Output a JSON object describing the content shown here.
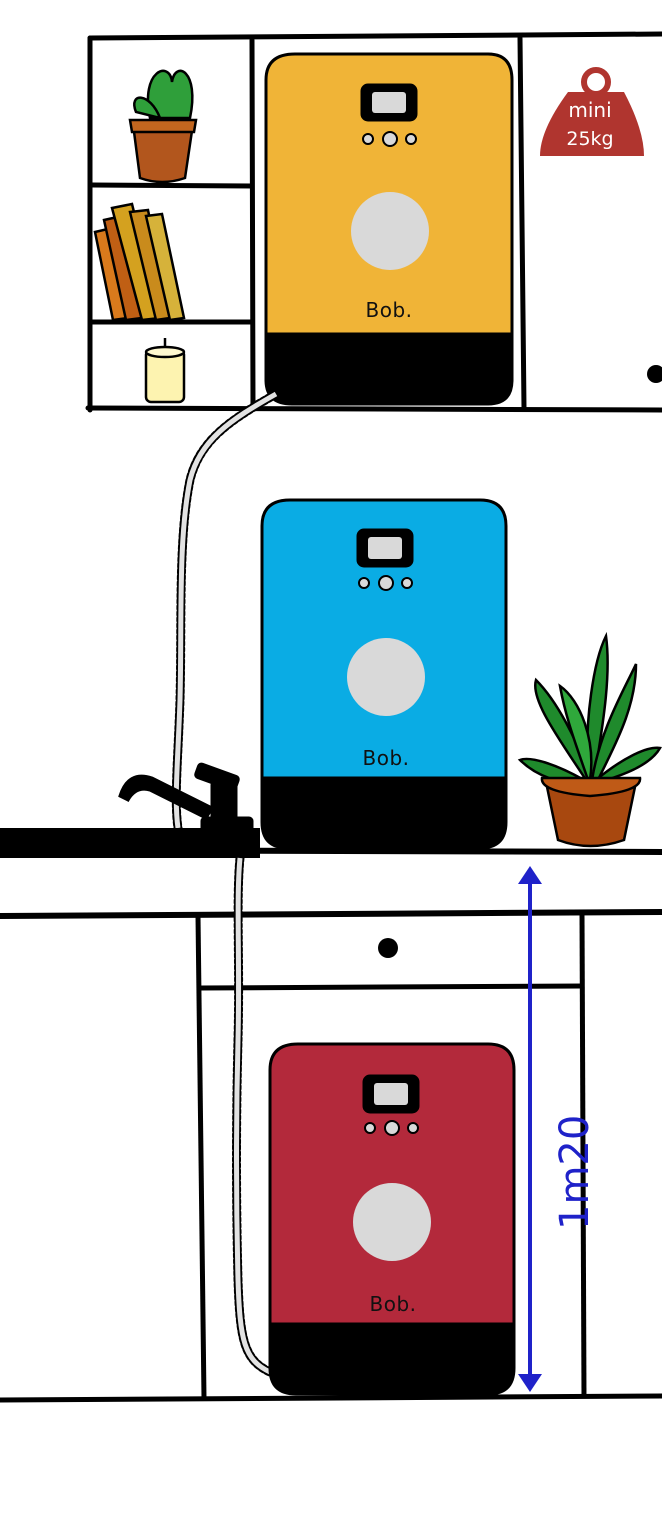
{
  "weight_badge": {
    "line1": "mini",
    "line2": "25kg",
    "color": "#b0352f"
  },
  "dishwashers": [
    {
      "position": "wall cabinet",
      "brand": "Bob.",
      "color": "#f0b437"
    },
    {
      "position": "countertop",
      "brand": "Bob.",
      "color": "#0aace4"
    },
    {
      "position": "under counter",
      "brand": "Bob.",
      "color": "#b3293b"
    }
  ],
  "height_marker": {
    "label": "1m20",
    "color": "#1f22c9"
  },
  "colors": {
    "outline": "#000000",
    "button_disc": "#d9d9d9",
    "screen": "#d9d9d9"
  }
}
